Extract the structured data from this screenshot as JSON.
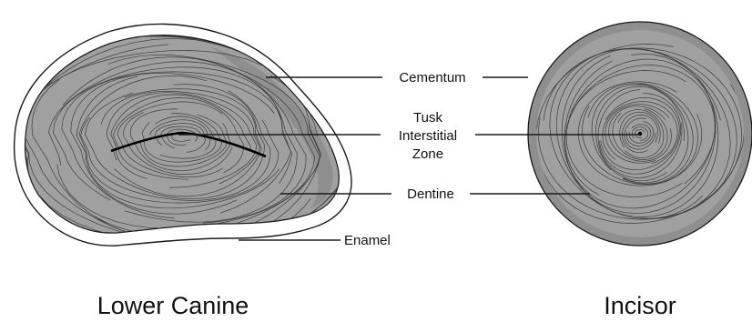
{
  "labels": {
    "cementum": "Cementum",
    "tusk_line1": "Tusk",
    "tusk_line2": "Interstitial",
    "tusk_line3": "Zone",
    "dentine": "Dentine",
    "enamel": "Enamel"
  },
  "titles": {
    "left": "Lower Canine",
    "right": "Incisor"
  },
  "colors": {
    "dentine_fill": "#a0a0a0",
    "cementum_fill": "#8f8f8f",
    "enamel_fill": "#ffffff",
    "line": "#1a1a1a"
  }
}
